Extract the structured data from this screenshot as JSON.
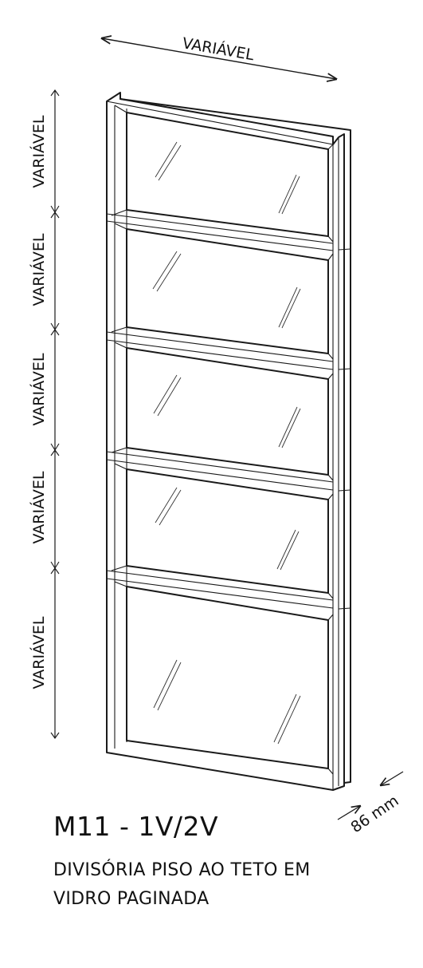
{
  "dimensions": {
    "width_label": "VARIÁVEL",
    "height_labels": [
      "VARIÁVEL",
      "VARIÁVEL",
      "VARIÁVEL",
      "VARIÁVEL",
      "VARIÁVEL"
    ],
    "depth_label": "86 mm"
  },
  "caption": {
    "code": "M11 - 1V/2V",
    "line1": "DIVISÓRIA PISO AO TETO EM",
    "line2": "VIDRO PAGINADA"
  }
}
